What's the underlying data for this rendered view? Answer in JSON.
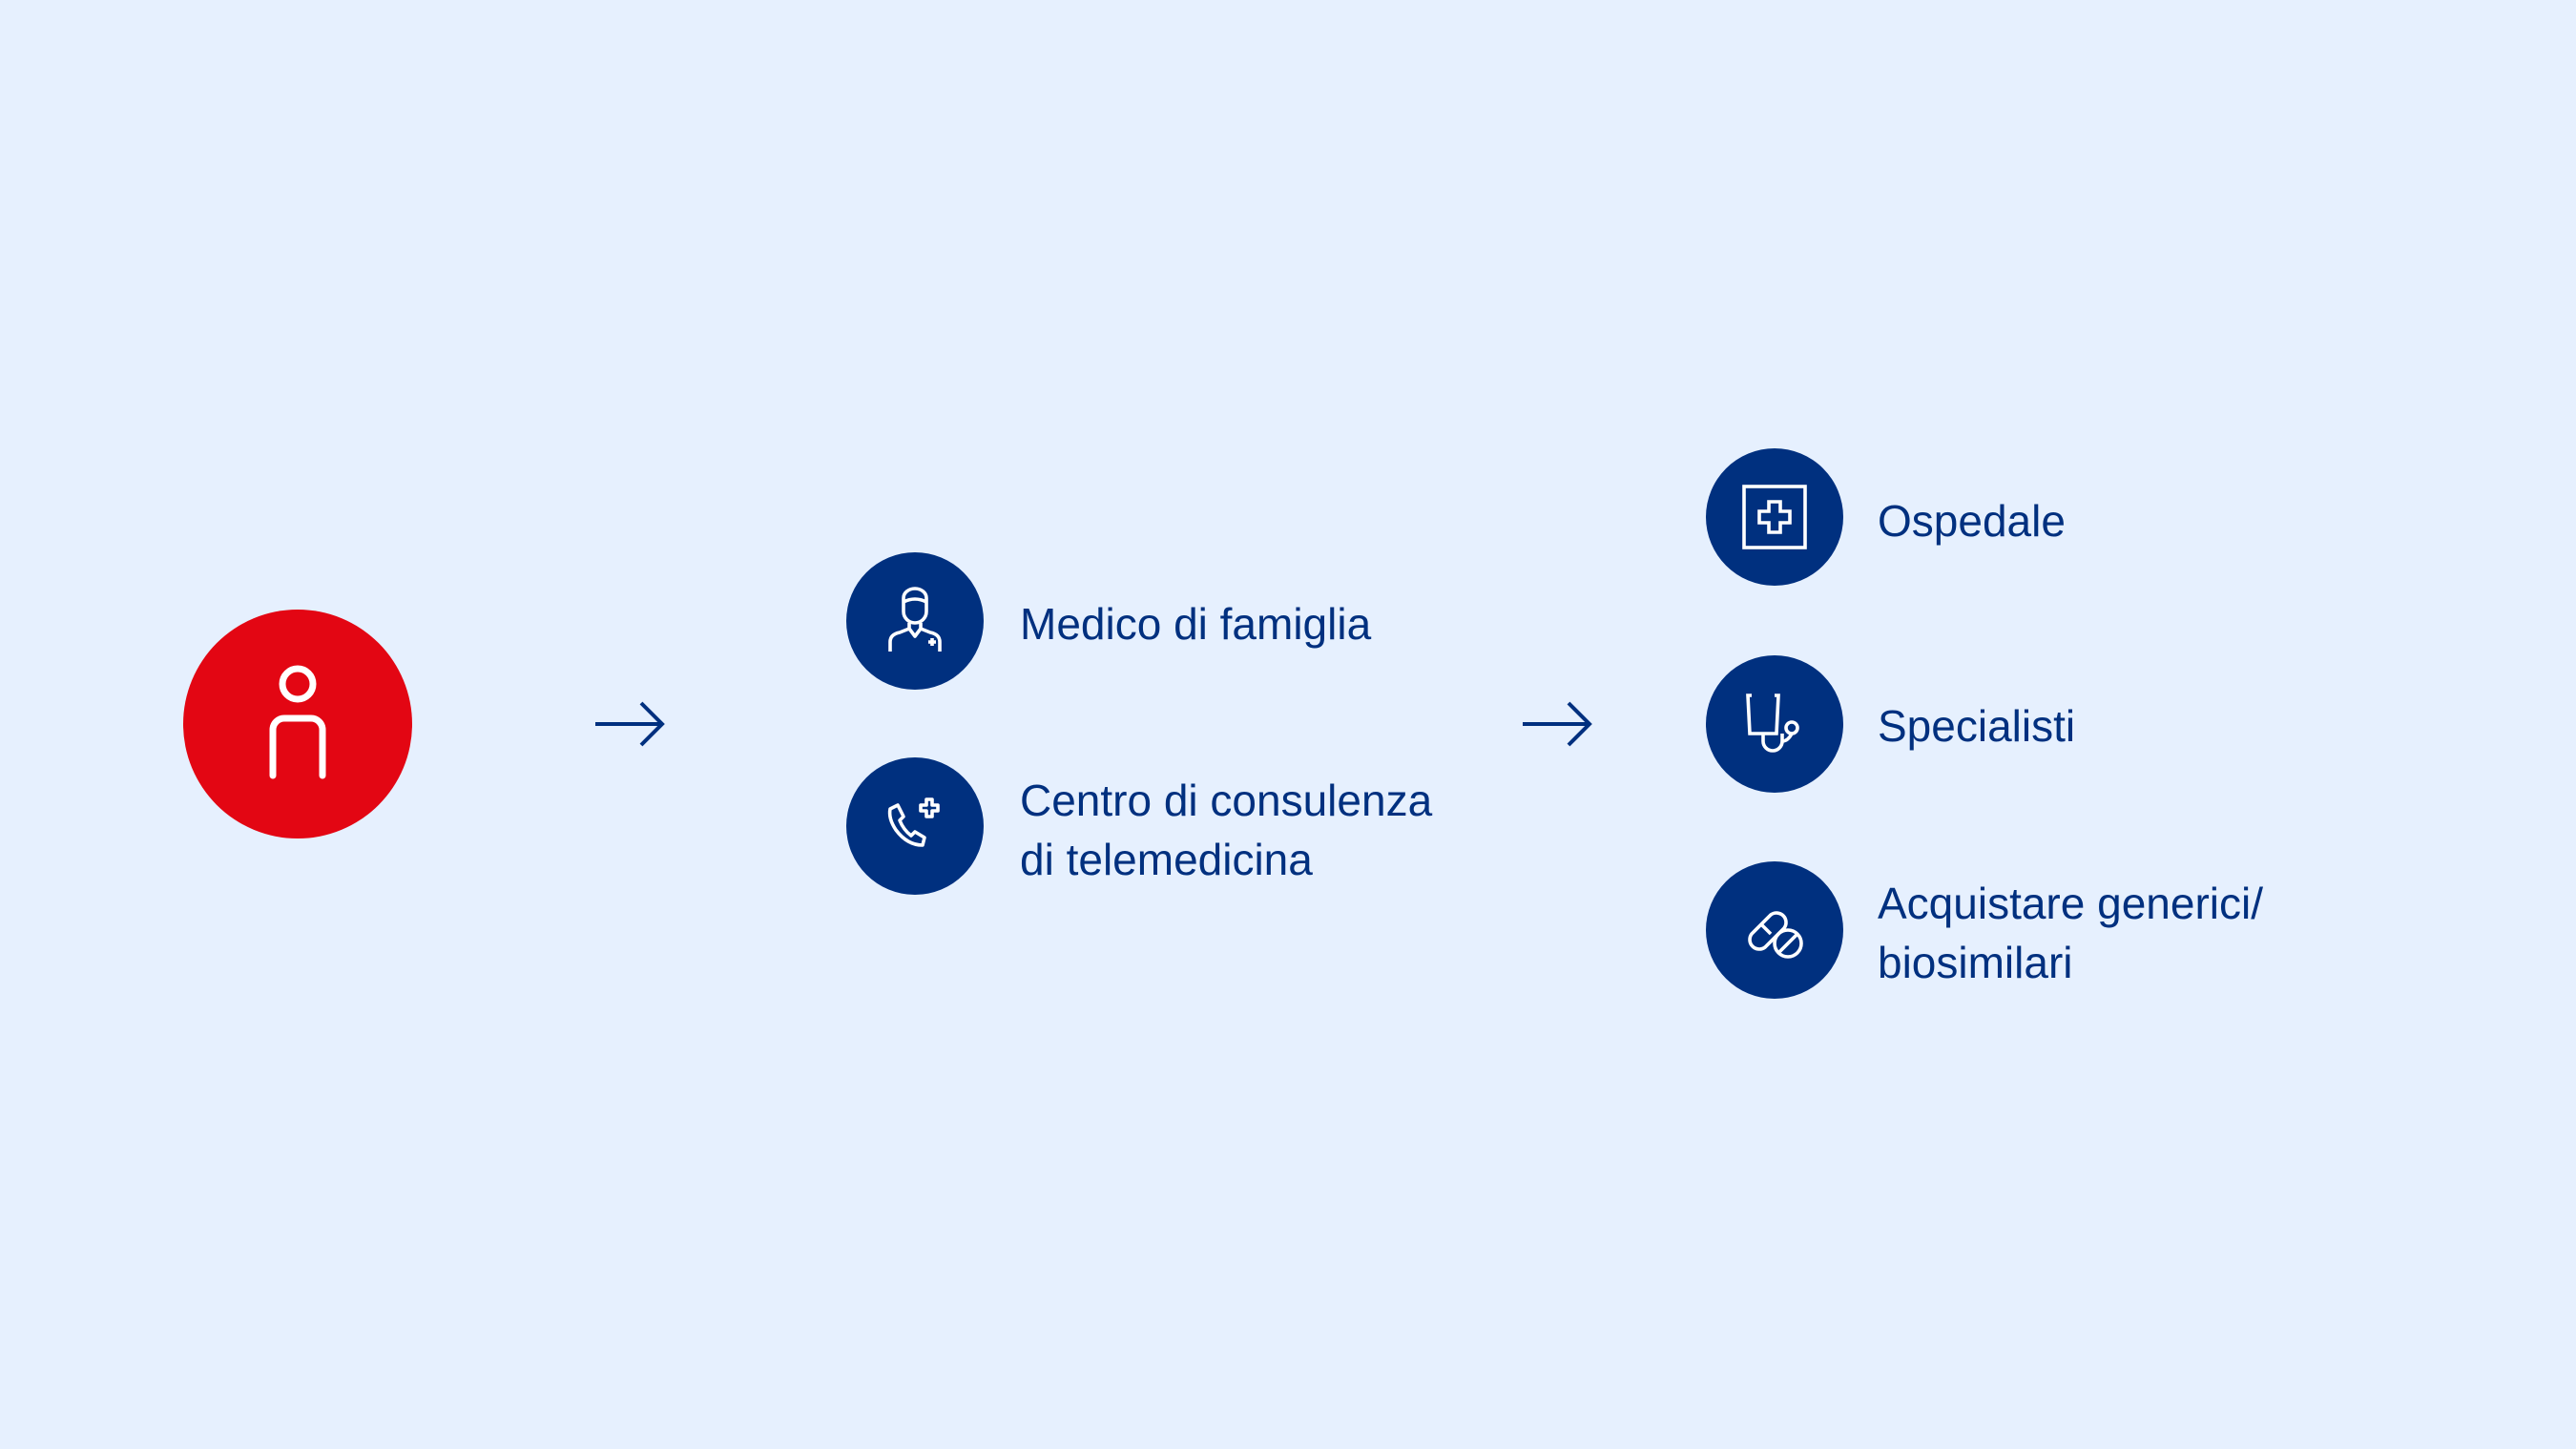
{
  "colors": {
    "background": "#e6f0fe",
    "navy": "#00307f",
    "red": "#e30613"
  },
  "start": {
    "icon": "person-icon"
  },
  "middle": [
    {
      "icon": "doctor-icon",
      "lines": [
        "Medico di famiglia"
      ]
    },
    {
      "icon": "phone-plus-icon",
      "lines": [
        "Centro di consulenza",
        "di telemedicina"
      ]
    }
  ],
  "right": [
    {
      "icon": "hospital-icon",
      "lines": [
        "Ospedale"
      ]
    },
    {
      "icon": "stethoscope-icon",
      "lines": [
        "Specialisti"
      ]
    },
    {
      "icon": "pills-icon",
      "lines": [
        "Acquistare generici/",
        "biosimilari"
      ]
    }
  ]
}
